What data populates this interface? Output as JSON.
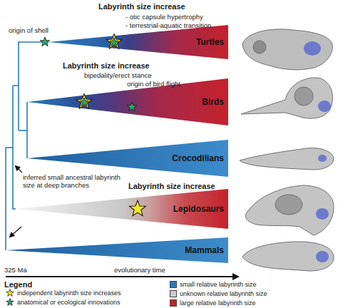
{
  "diagram": {
    "nodes": [
      {
        "text": [
          "Turtles"
        ]
      },
      {
        "text": [
          "Birds"
        ]
      },
      {
        "text": [
          "Crocodilians"
        ]
      },
      {
        "text": [
          "Lepidosaurs"
        ]
      },
      {
        "text": [
          "Mammals"
        ]
      }
    ],
    "labels": [
      "Labyrinth size increase",
      "- otic capsule hypertrophy",
      "- terrestrial-aquatic transition",
      "origin of shell",
      "Labyrinth size increase",
      "bipedality/erect stance",
      "origin of bird flight",
      "Labyrinth size increase",
      "inferred small ancestral labyrinth size at deep branches",
      "325 Ma",
      "evolutionary time",
      "Legend"
    ],
    "legend": [
      {
        "text": "independent labyrinth size increases"
      },
      {
        "text": "anatomical or ecological innovations"
      },
      {
        "text": "small relative labyrinth size",
        "color": "#2b7bba"
      },
      {
        "text": "unknown relative labyrinth size",
        "color": "#cccccc"
      },
      {
        "text": "large relative labyrinth size",
        "color": "#c5222c"
      }
    ]
  }
}
